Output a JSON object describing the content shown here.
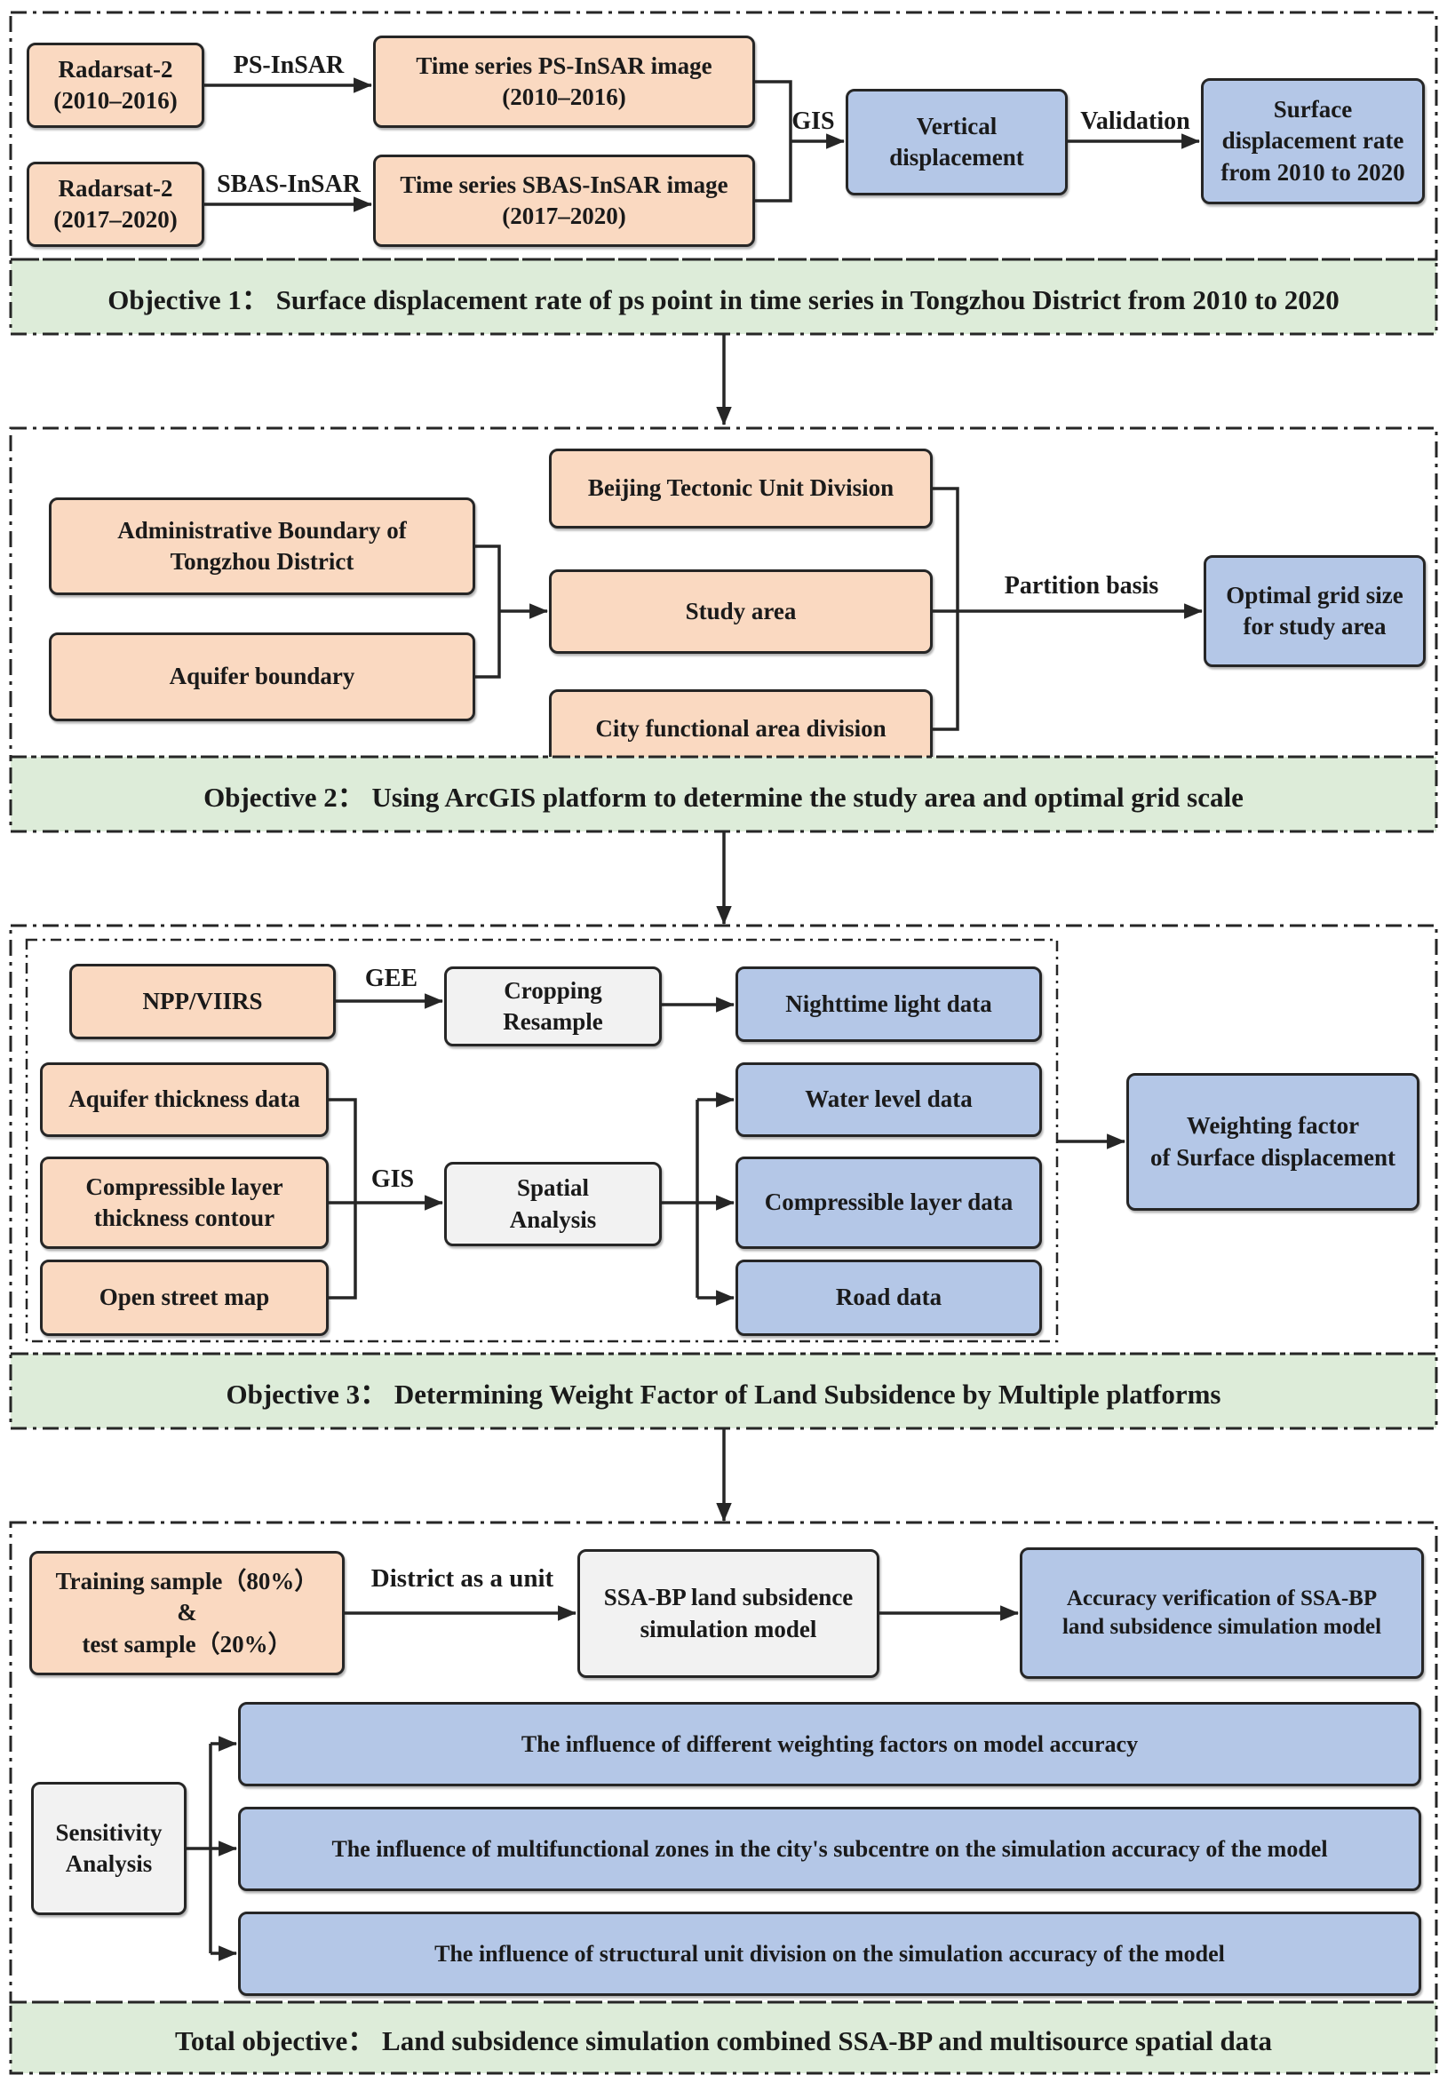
{
  "colors": {
    "source": "#fad9c1",
    "result": "#b4c7e7",
    "process": "#f2f2f2",
    "objective": "#ddecd9",
    "border": "#262626",
    "text": "#1a1a1a"
  },
  "section1": {
    "radarsat_ps": [
      "Radarsat-2",
      "(2010–2016)"
    ],
    "label_ps_insar": "PS-InSAR",
    "ts_ps": [
      "Time series PS-InSAR image",
      "(2010–2016)"
    ],
    "radarsat_sbas": [
      "Radarsat-2",
      "(2017–2020)"
    ],
    "label_sbas_insar": "SBAS-InSAR",
    "ts_sbas": [
      "Time series SBAS-InSAR image",
      "(2017–2020)"
    ],
    "label_gis": "GIS",
    "vertical_displacement": [
      "Vertical",
      "displacement"
    ],
    "label_validation": "Validation",
    "surface_rate": [
      "Surface",
      "displacement rate",
      "from 2010 to 2020"
    ],
    "objective": "Objective 1： Surface displacement rate of ps point in time series in Tongzhou District from 2010 to 2020"
  },
  "section2": {
    "admin_boundary": [
      "Administrative Boundary of",
      "Tongzhou District"
    ],
    "aquifer_boundary": "Aquifer boundary",
    "beijing_tectonic": "Beijing Tectonic Unit Division",
    "study_area": "Study area",
    "city_functional": "City functional area division",
    "label_partition": "Partition basis",
    "optimal_grid": [
      "Optimal grid size",
      "for study area"
    ],
    "objective": "Objective 2： Using ArcGIS platform to determine the study area and optimal grid scale"
  },
  "section3": {
    "npp_viirs": "NPP/VIIRS",
    "label_gee": "GEE",
    "cropping": [
      "Cropping",
      "Resample"
    ],
    "nighttime": "Nighttime light data",
    "aquifer_thickness": "Aquifer thickness data",
    "compressible_contour": [
      "Compressible layer",
      "thickness contour"
    ],
    "open_street": "Open street map",
    "label_gis": "GIS",
    "spatial": [
      "Spatial",
      "Analysis"
    ],
    "water_level": "Water level data",
    "compressible_data": "Compressible layer data",
    "road_data": "Road data",
    "weighting": [
      "Weighting factor",
      "of Surface displacement"
    ],
    "objective": "Objective 3： Determining Weight Factor of Land Subsidence by Multiple platforms"
  },
  "section4": {
    "training": [
      "Training sample（80%）",
      "&",
      "test sample（20%）"
    ],
    "label_district": "District as a unit",
    "ssa_bp": [
      "SSA-BP land subsidence",
      "simulation model"
    ],
    "accuracy": [
      "Accuracy verification of SSA-BP",
      "land subsidence simulation model"
    ],
    "sensitivity": [
      "Sensitivity",
      "Analysis"
    ],
    "influence1": "The influence of different weighting factors on model accuracy",
    "influence2": "The influence of multifunctional zones in the city's subcentre on the simulation accuracy of the model",
    "influence3": "The influence of structural unit division on the simulation accuracy of the model",
    "objective": "Total objective： Land subsidence simulation combined SSA-BP and multisource spatial data"
  }
}
